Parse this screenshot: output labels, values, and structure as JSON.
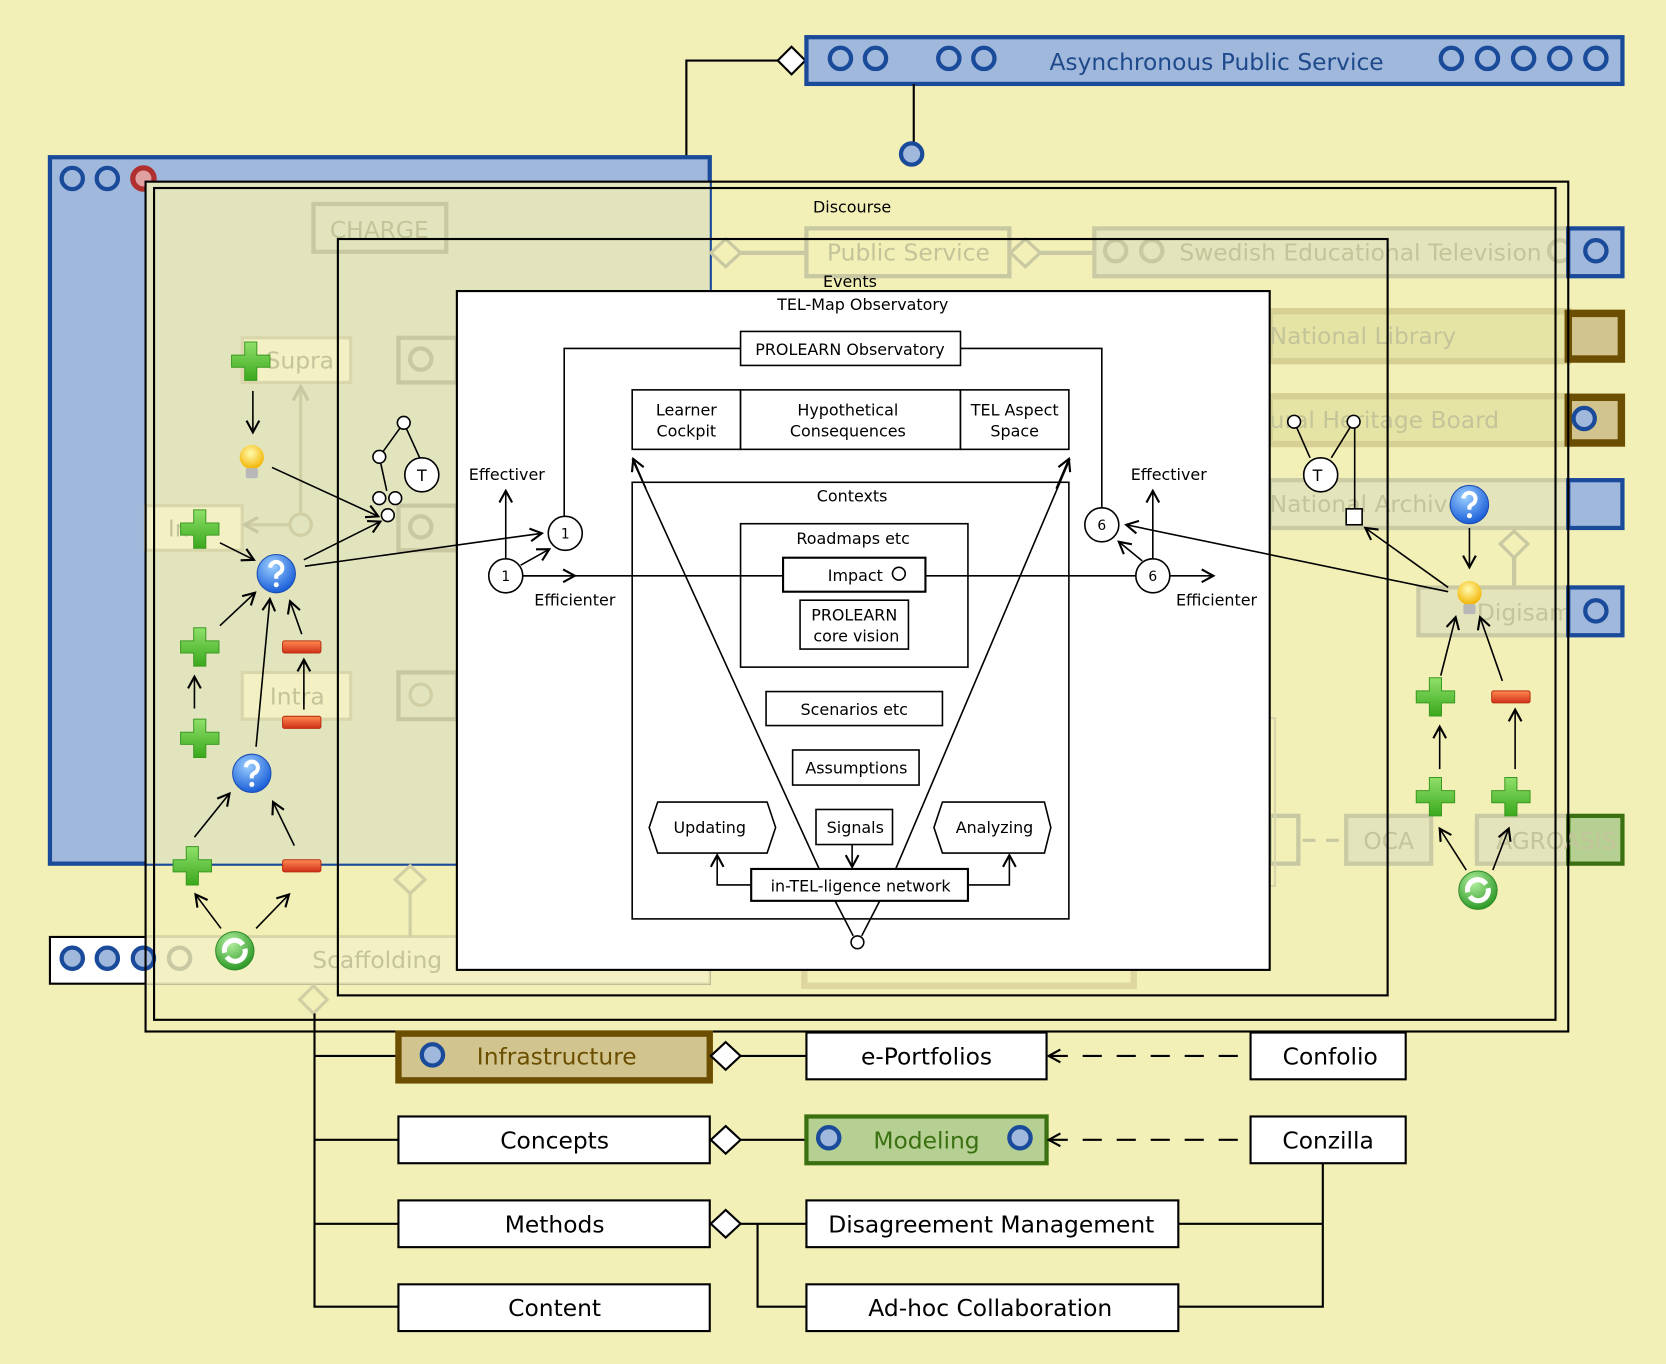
{
  "colors": {
    "background": "#f2f0b6",
    "blue_box": "#a0b8dc",
    "blue_border": "#1a4a9a",
    "infrastructure": "#d2c48e",
    "infrastructure_border": "#6b4e00",
    "modeling": "#b6d094",
    "modeling_border": "#3a7010"
  },
  "top": {
    "async": "Asynchronous Public Service"
  },
  "faded": {
    "charge": "CHARGE",
    "public_service": "Public Service",
    "swedish_tv": "Swedish Educational Television",
    "national_library": "National Library",
    "heritage": "ural Heritage Board",
    "archive": "National Archive",
    "digisam": "Digisam",
    "oca": "OCA",
    "agroasis": "AGROASIS",
    "supra": "Supra",
    "intra": "Intra",
    "in": "In",
    "scaffolding": "Scaffolding"
  },
  "frames": {
    "discourse": "Discourse",
    "events": "Events",
    "observatory": "TEL-Map Observatory"
  },
  "observatory": {
    "prolearn_obs": "PROLEARN Observatory",
    "learner": [
      "Learner",
      "Cockpit"
    ],
    "hypothetical": [
      "Hypothetical",
      "Consequences"
    ],
    "tel_aspect": [
      "TEL Aspect",
      "Space"
    ],
    "contexts": "Contexts",
    "roadmaps": "Roadmaps etc",
    "impact": "Impact",
    "core_vision": [
      "PROLEARN",
      "core vision"
    ],
    "scenarios": "Scenarios etc",
    "assumptions": "Assumptions",
    "updating": "Updating",
    "signals": "Signals",
    "analyzing": "Analyzing",
    "network": "in-TEL-ligence network",
    "left_effectiver": "Effectiver",
    "left_efficienter": "Efficienter",
    "right_effectiver": "Effectiver",
    "right_efficienter": "Efficienter",
    "node1": "1",
    "node6": "6",
    "tnode": "T"
  },
  "bottom": {
    "infrastructure": "Infrastructure",
    "eportfolios": "e-Portfolios",
    "confolio": "Confolio",
    "concepts": "Concepts",
    "modeling": "Modeling",
    "conzilla": "Conzilla",
    "methods": "Methods",
    "disagreement": "Disagreement Management",
    "content": "Content",
    "adhoc": "Ad-hoc Collaboration"
  },
  "icons": [
    "plus-icon",
    "minus-icon",
    "question-icon",
    "lightbulb-icon",
    "sync-icon",
    "diamond-icon",
    "port-circle-icon"
  ]
}
